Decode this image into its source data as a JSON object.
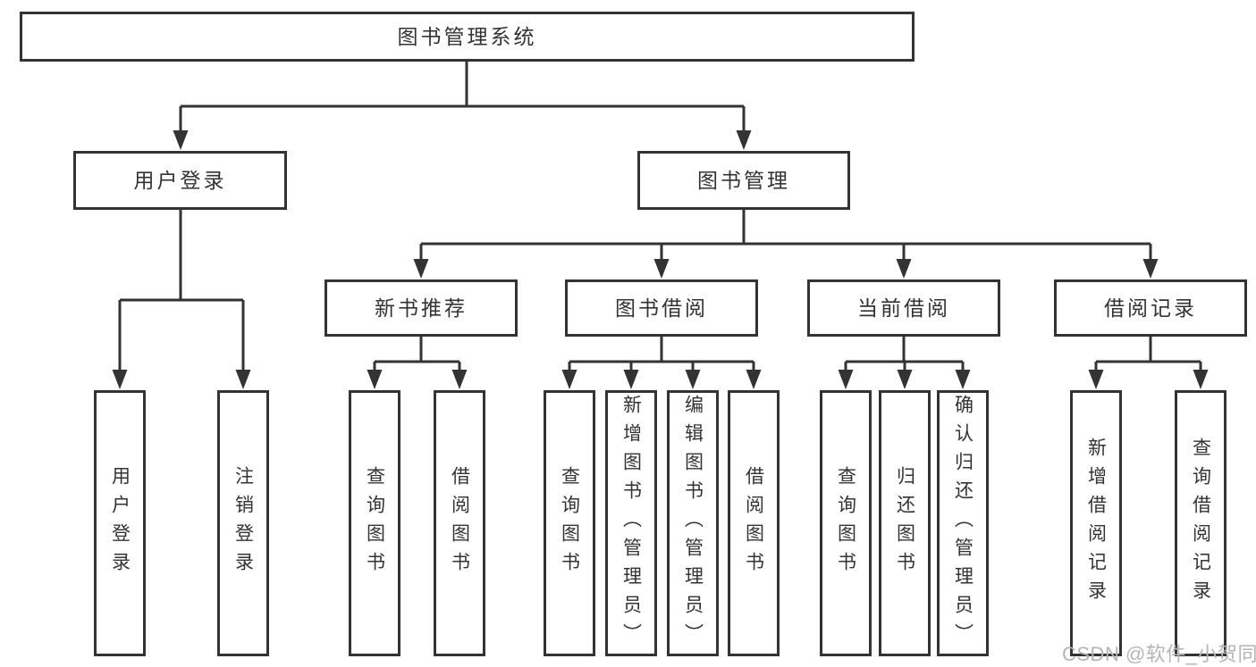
{
  "tree": {
    "label": "图书管理系统",
    "children": [
      {
        "label": "用户登录",
        "children": [
          {
            "label": "用户登录"
          },
          {
            "label": "注销登录"
          }
        ]
      },
      {
        "label": "图书管理",
        "children": [
          {
            "label": "新书推荐",
            "children": [
              {
                "label": "查询图书"
              },
              {
                "label": "借阅图书"
              }
            ]
          },
          {
            "label": "图书借阅",
            "children": [
              {
                "label": "查询图书"
              },
              {
                "label": "新增图书（管理员）"
              },
              {
                "label": "编辑图书（管理员）"
              },
              {
                "label": "借阅图书"
              }
            ]
          },
          {
            "label": "当前借阅",
            "children": [
              {
                "label": "查询图书"
              },
              {
                "label": "归还图书"
              },
              {
                "label": "确认归还（管理员）"
              }
            ]
          },
          {
            "label": "借阅记录",
            "children": [
              {
                "label": "新增借阅记录"
              },
              {
                "label": "查询借阅记录"
              }
            ]
          }
        ]
      }
    ]
  },
  "watermark": {
    "text": "CSDN @软件_小贺同学"
  },
  "colors": {
    "line": "#333333",
    "border": "#333333",
    "text": "#333333",
    "background": "#ffffff",
    "watermark": "#b5b5b5"
  }
}
